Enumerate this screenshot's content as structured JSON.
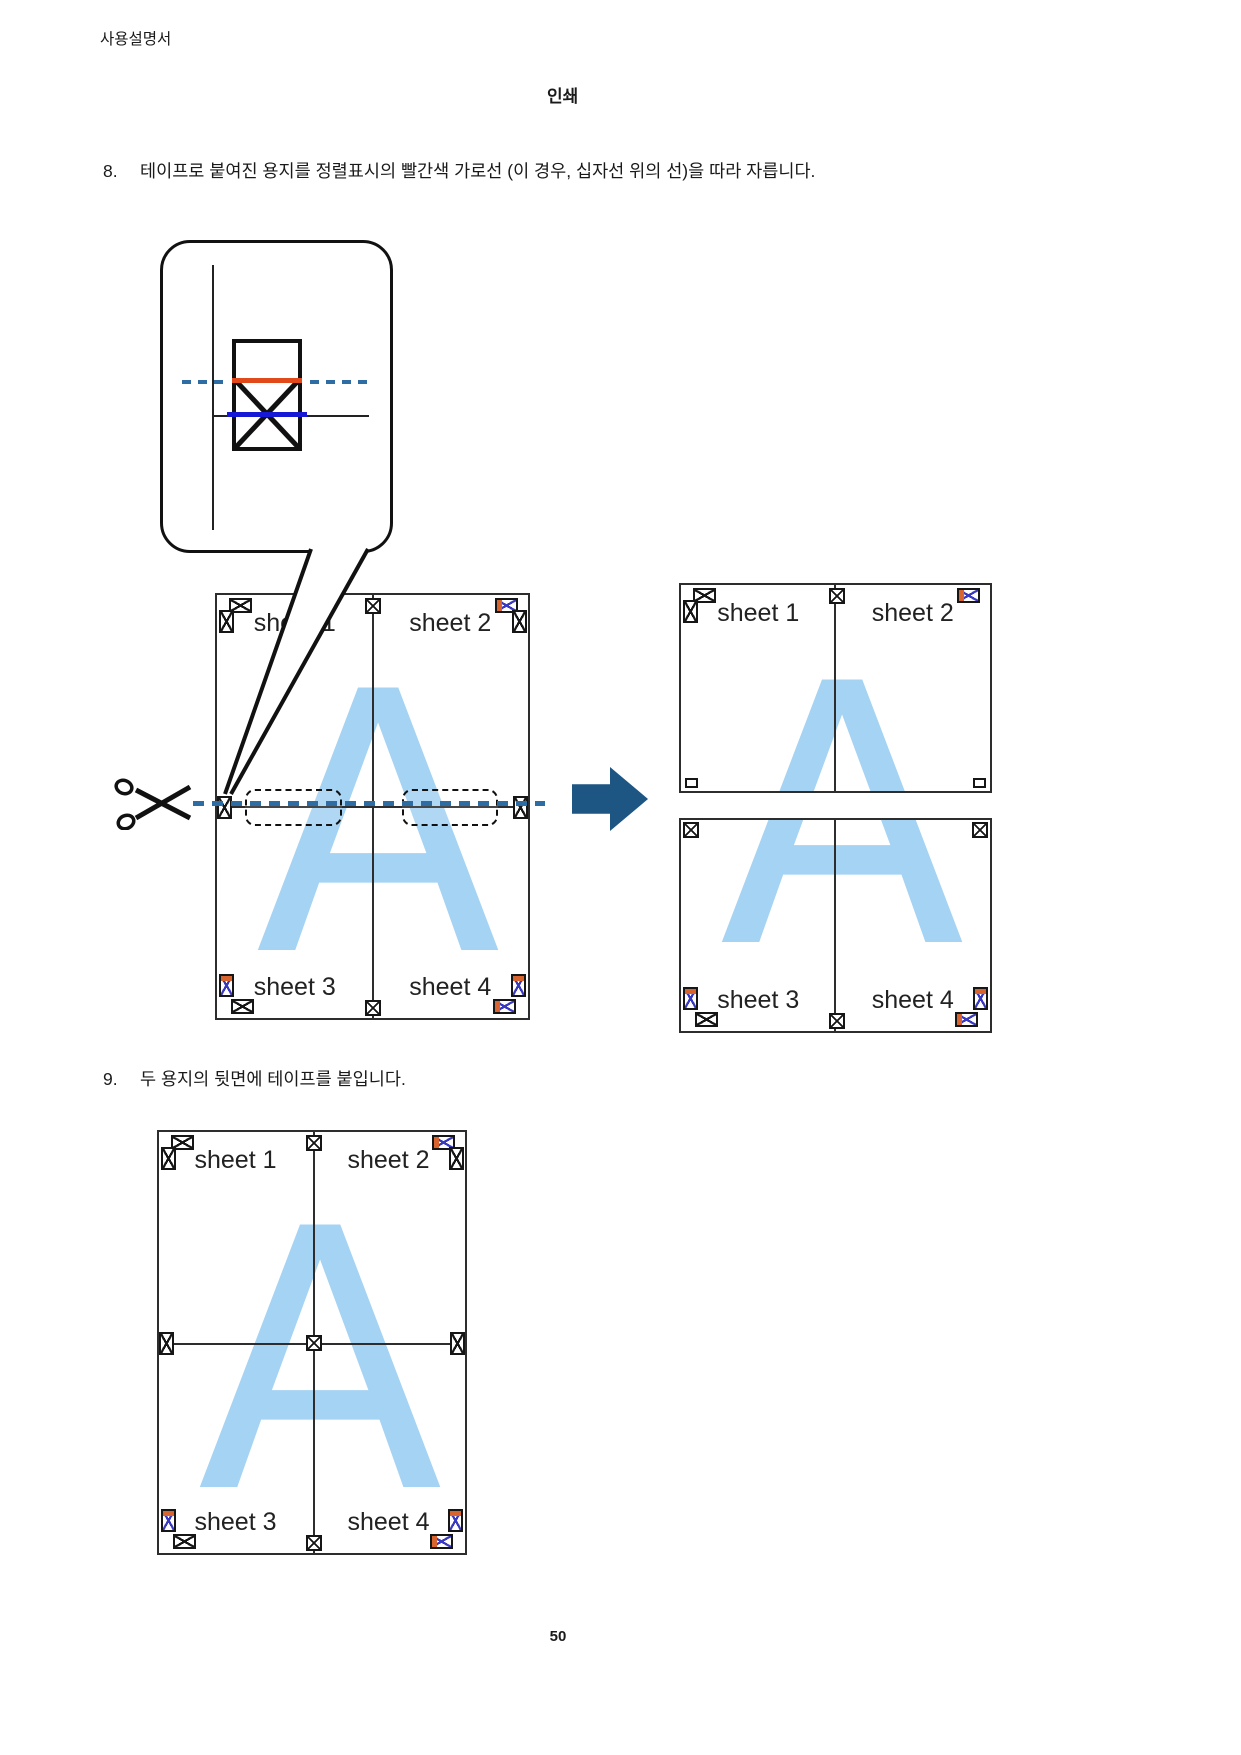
{
  "header": {
    "doc_title": "사용설명서",
    "section_title": "인쇄"
  },
  "steps": [
    {
      "number": "8.",
      "text": "테이프로 붙여진 용지를 정렬표시의 빨간색 가로선 (이 경우, 십자선 위의 선)을 따라 자릅니다."
    },
    {
      "number": "9.",
      "text": "두 용지의 뒷면에 테이프를 붙입니다."
    }
  ],
  "sheets": {
    "s1": "sheet 1",
    "s2": "sheet 2",
    "s3": "sheet 3",
    "s4": "sheet 4"
  },
  "poster_letter": "A",
  "footer": {
    "page_number": "50"
  },
  "icons": {
    "scissors": "scissors-icon",
    "arrow_right": "arrow-right-icon",
    "alignment_mark": "crosshair-mark-icon"
  },
  "colors": {
    "letter_blue": "#A5D3F4",
    "cut_guide_blue": "#2E6DA4",
    "alignment_red": "#E2491A",
    "alignment_blue": "#1717D6",
    "arrow_navy": "#1D5583"
  }
}
